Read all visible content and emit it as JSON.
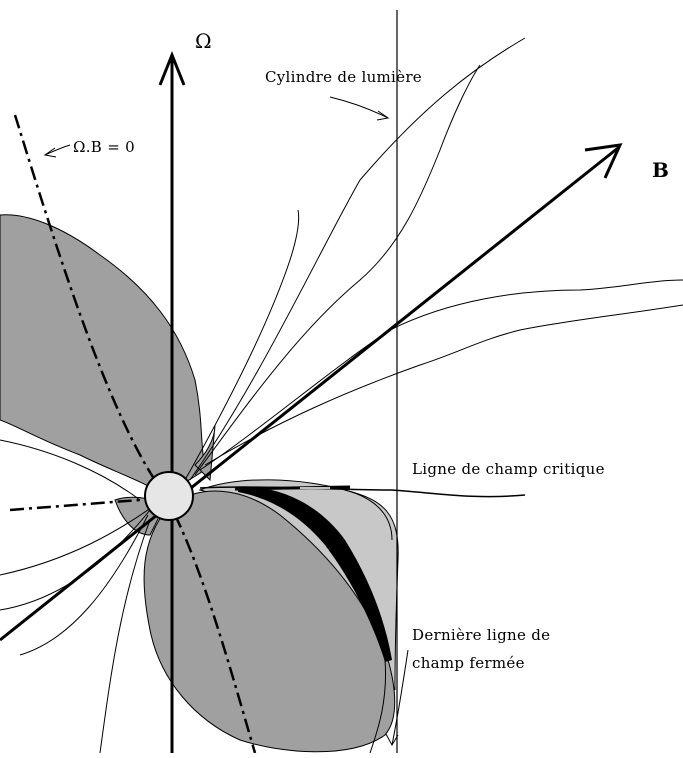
{
  "labels": {
    "omega": "Ω",
    "b_axis": "B",
    "light_cylinder": "Cylindre de lumière",
    "omega_b_zero": "Ω.B = 0",
    "critical_field_line": "Ligne de champ critique",
    "last_closed_line_1": "Dernière ligne de",
    "last_closed_line_2": "champ fermée"
  },
  "colors": {
    "lobe_fill": "#a0a0a0",
    "light_lobe_fill": "#c8c8c8",
    "star_fill": "#e6e6e6",
    "ink": "#000000"
  }
}
